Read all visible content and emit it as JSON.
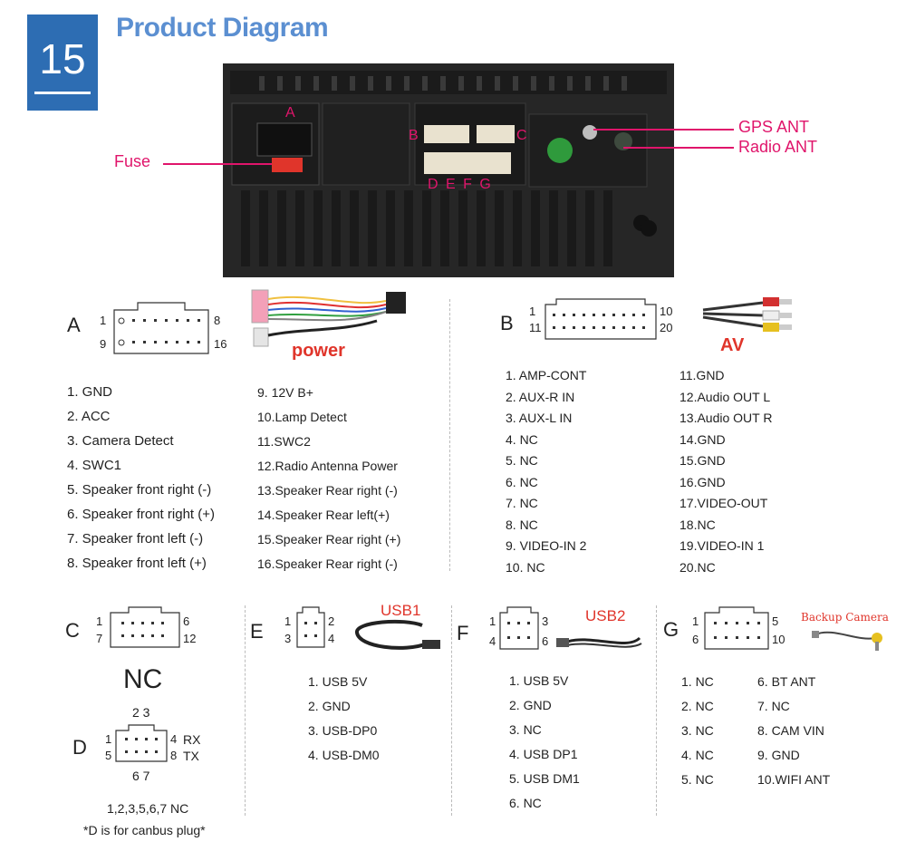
{
  "header": {
    "number": "15",
    "title": "Product Diagram"
  },
  "photo": {
    "label_a": "A",
    "label_b": "B",
    "label_c": "C",
    "label_dg": "D E F G",
    "fuse": "Fuse",
    "gps": "GPS ANT",
    "radio": "Radio ANT"
  },
  "colors": {
    "accent": "#e0156b",
    "badge": "#2d6db3",
    "title": "#5b8fd1",
    "label_red": "#e0352b"
  },
  "A": {
    "letter": "A",
    "pin_tl": "1",
    "pin_tr": "8",
    "pin_bl": "9",
    "pin_br": "16",
    "cable_label": "power",
    "col1": [
      "1. GND",
      "2. ACC",
      "3. Camera Detect",
      "4. SWC1",
      "5. Speaker front right (-)",
      "6. Speaker front right (+)",
      "7. Speaker front left (-)",
      "8. Speaker front left (+)"
    ],
    "col2": [
      "9.  12V B+",
      "10.Lamp Detect",
      "11.SWC2",
      "12.Radio Antenna Power",
      "13.Speaker Rear right (-)",
      "14.Speaker Rear left(+)",
      "15.Speaker Rear right (+)",
      "16.Speaker Rear right (-)"
    ]
  },
  "B": {
    "letter": "B",
    "pin_tl": "1",
    "pin_tr": "10",
    "pin_bl": "11",
    "pin_br": "20",
    "cable_label": "AV",
    "col1": [
      "1.  AMP-CONT",
      "2.  AUX-R IN",
      "3.  AUX-L IN",
      "4.  NC",
      "5.  NC",
      "6.  NC",
      "7.  NC",
      "8.  NC",
      "9.  VIDEO-IN 2",
      "10.  NC"
    ],
    "col2": [
      "11.GND",
      "12.Audio OUT  L",
      "13.Audio OUT  R",
      "14.GND",
      "15.GND",
      "16.GND",
      "17.VIDEO-OUT",
      "18.NC",
      "19.VIDEO-IN 1",
      "20.NC"
    ]
  },
  "C": {
    "letter": "C",
    "pin_tl": "1",
    "pin_tr": "6",
    "pin_bl": "7",
    "pin_br": "12",
    "big": "NC"
  },
  "D": {
    "letter": "D",
    "pin_top": "2 3",
    "pin_tl": "1",
    "pin_bl": "5",
    "pin_tr": "4",
    "pin_br": "8",
    "rx": "RX",
    "tx": "TX",
    "pin_bottom": "6 7",
    "note1": "1,2,3,5,6,7  NC",
    "note2": "*D is for canbus plug*"
  },
  "E": {
    "letter": "E",
    "pin_tl": "1",
    "pin_tr": "2",
    "pin_bl": "3",
    "pin_br": "4",
    "cable_label": "USB1",
    "list": [
      "1. USB 5V",
      "2. GND",
      "3. USB-DP0",
      "4. USB-DM0"
    ]
  },
  "F": {
    "letter": "F",
    "pin_tl": "1",
    "pin_tr": "3",
    "pin_bl": "4",
    "pin_br": "6",
    "cable_label": "USB2",
    "list": [
      "1. USB 5V",
      "2. GND",
      "3. NC",
      "4. USB DP1",
      "5. USB DM1",
      "6. NC"
    ]
  },
  "G": {
    "letter": "G",
    "pin_tl": "1",
    "pin_tr": "5",
    "pin_bl": "6",
    "pin_br": "10",
    "cable_label": "Backup Camera",
    "col1": [
      "1. NC",
      "2. NC",
      "3. NC",
      "4. NC",
      "5. NC"
    ],
    "col2": [
      "6.  BT ANT",
      "7.  NC",
      "8.  CAM VIN",
      "9.  GND",
      "10.WIFI ANT"
    ]
  }
}
